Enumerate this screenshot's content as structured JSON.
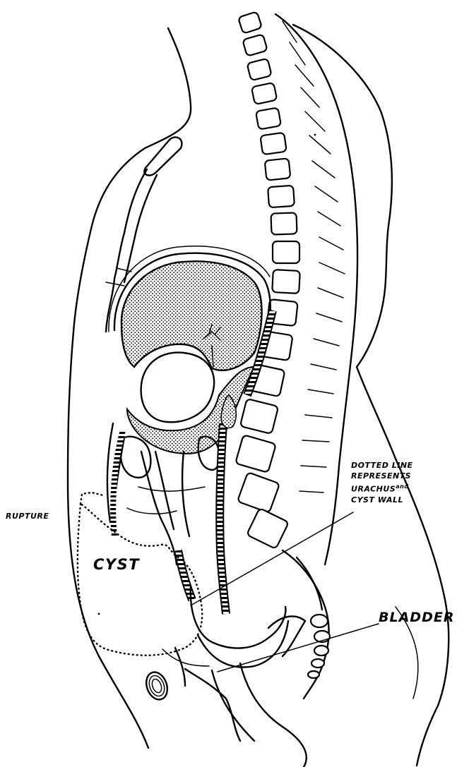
{
  "labels": {
    "note_line1": "DOTTED LINE",
    "note_line2": "REPRESENTS",
    "note_line3_a": "URACHUS",
    "note_line3_b": "and",
    "note_line4": "CYST WALL",
    "rupture": "RUPTURE",
    "cyst": "CYST",
    "bladder": "BLADDER"
  },
  "colors": {
    "ink": "#000000",
    "paper": "#ffffff"
  }
}
